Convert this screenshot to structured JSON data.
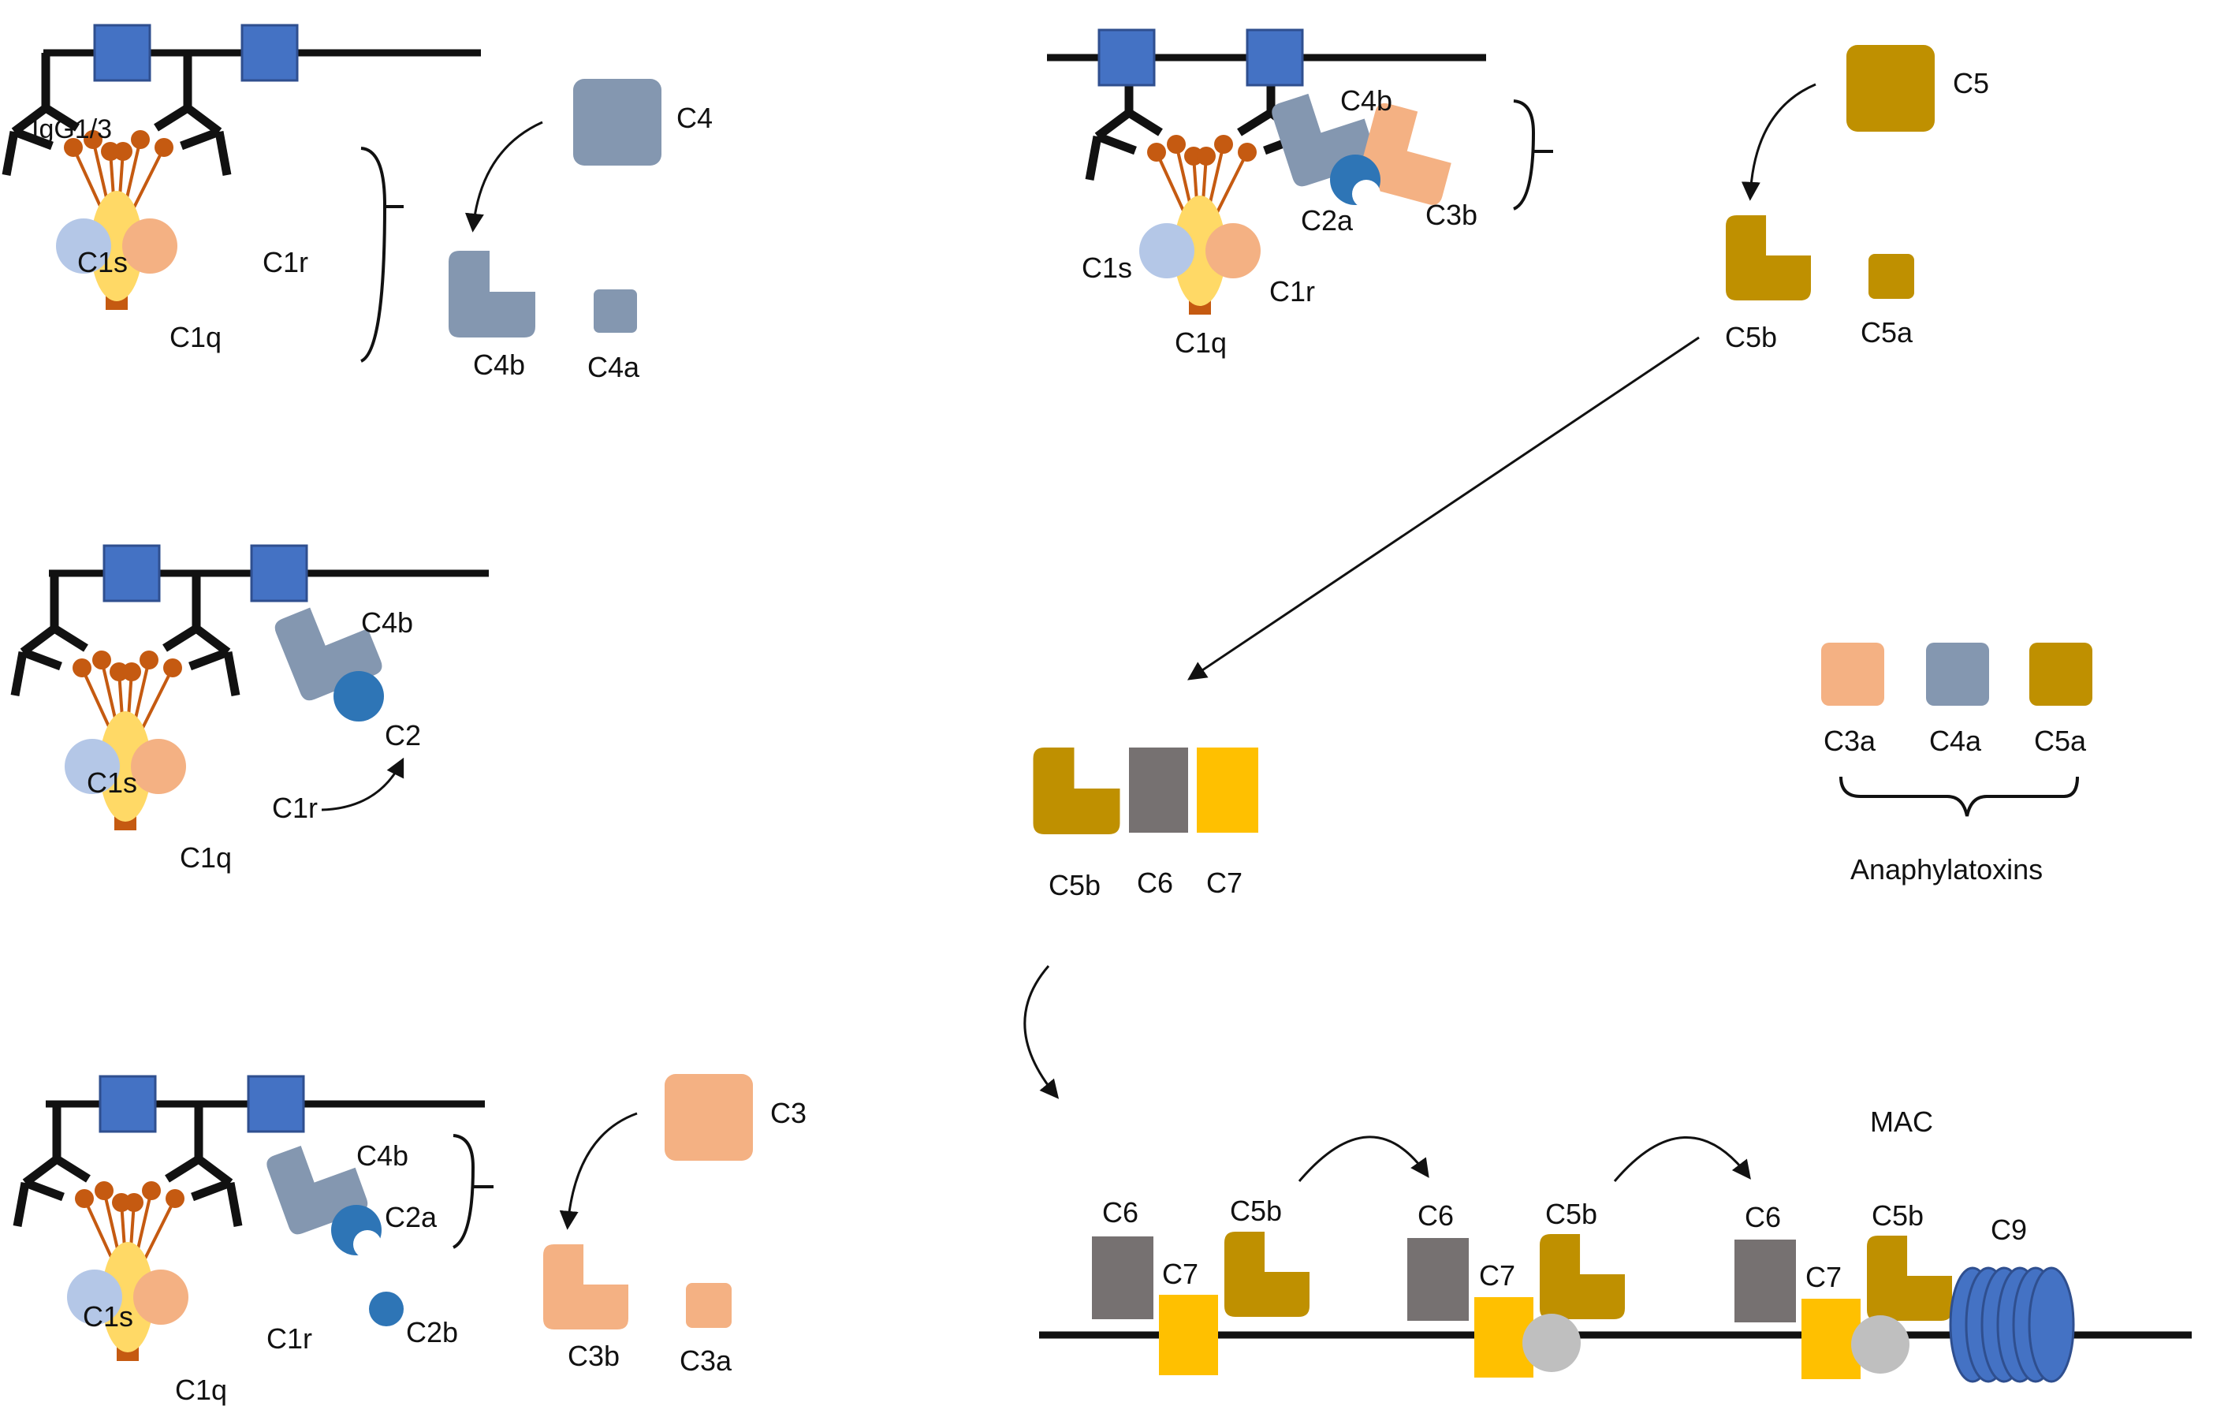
{
  "colors": {
    "membrane": "#111111",
    "antigen": "#4472C4",
    "antigen_edge": "#2F4F8F",
    "c1q_arm": "#C55A11",
    "c1q_core": "#FFD966",
    "c1s": "#B4C7E7",
    "c1r": "#F4B183",
    "c4": "#8497B0",
    "c2": "#2E75B6",
    "c3": "#F4B183",
    "c5": "#BF9000",
    "c6": "#767171",
    "c7": "#FFC000",
    "c8": "#BFBFBF",
    "c9": "#4472C4"
  },
  "icons": [
    "antigen-square-icon",
    "igg-antibody-icon",
    "c1q-head-icon",
    "reaction-arrow-icon",
    "mac-pore-icon"
  ],
  "panel1": {
    "antibody_label": "IgG1/3",
    "c1s": "C1s",
    "c1r": "C1r",
    "c1q": "C1q",
    "c4": "C4",
    "c4b": "C4b",
    "c4a": "C4a"
  },
  "panel2": {
    "c4b": "C4b",
    "c2": "C2",
    "c1s": "C1s",
    "c1r": "C1r",
    "c1q": "C1q"
  },
  "panel3": {
    "c4b": "C4b",
    "c2a": "C2a",
    "c2b": "C2b",
    "c1s": "C1s",
    "c1r": "C1r",
    "c1q": "C1q",
    "c3": "C3",
    "c3b": "C3b",
    "c3a": "C3a"
  },
  "panel4": {
    "c4b": "C4b",
    "c2a": "C2a",
    "c3b": "C3b",
    "c1s": "C1s",
    "c1r": "C1r",
    "c1q": "C1q",
    "c5": "C5",
    "c5b": "C5b",
    "c5a": "C5a"
  },
  "panel5": {
    "c5b": "C5b",
    "c6": "C6",
    "c7": "C7"
  },
  "anaphylatoxins": {
    "c3a": "C3a",
    "c4a": "C4a",
    "c5a": "C5a",
    "group_label": "Anaphylatoxins"
  },
  "mac": {
    "title": "MAC",
    "step1": {
      "c6": "C6",
      "c7": "C7",
      "c5b": "C5b"
    },
    "step2": {
      "c6": "C6",
      "c7": "C7",
      "c5b": "C5b"
    },
    "step3": {
      "c6": "C6",
      "c7": "C7",
      "c5b": "C5b",
      "c9": "C9"
    }
  }
}
